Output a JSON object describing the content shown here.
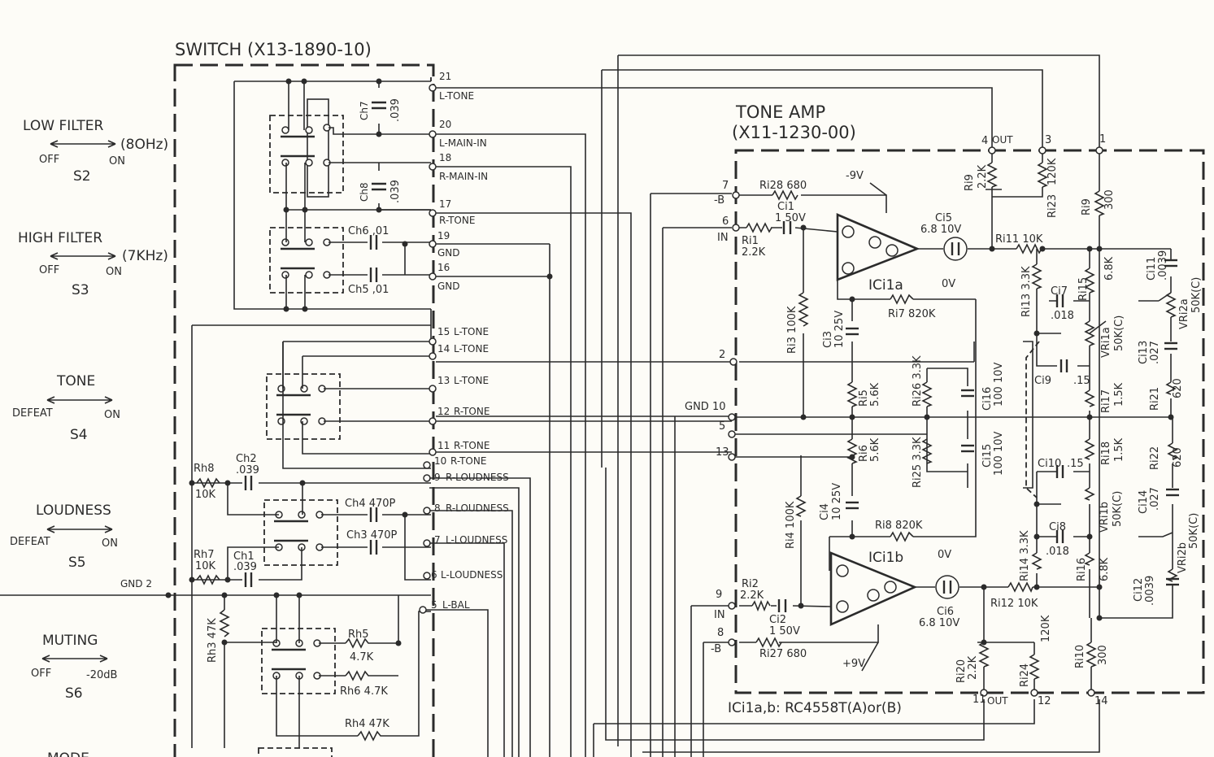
{
  "switch_box": {
    "title": "SWITCH (X13-1890-10)"
  },
  "tone_amp": {
    "title": "TONE AMP",
    "part": "(X11-1230-00)",
    "ic_note": "ICi1a,b: RC4558T(A)or(B)"
  },
  "switches": [
    {
      "name": "LOW FILTER",
      "left": "OFF",
      "right": "ON",
      "note": "(8OHz)",
      "id": "S2"
    },
    {
      "name": "HIGH FILTER",
      "left": "OFF",
      "right": "ON",
      "note": "(7KHz)",
      "id": "S3"
    },
    {
      "name": "TONE",
      "left": "DEFEAT",
      "right": "ON",
      "note": "",
      "id": "S4"
    },
    {
      "name": "LOUDNESS",
      "left": "DEFEAT",
      "right": "ON",
      "note": "",
      "id": "S5"
    },
    {
      "name": "MUTING",
      "left": "OFF",
      "right": "-20dB",
      "note": "",
      "id": "S6"
    }
  ],
  "partial_label": "MODE",
  "switch_terminals": [
    {
      "num": "21",
      "label": "L-TONE"
    },
    {
      "num": "20",
      "label": "L-MAIN-IN"
    },
    {
      "num": "18",
      "label": "R-MAIN-IN"
    },
    {
      "num": "17",
      "label": "R-TONE"
    },
    {
      "num": "19",
      "label": "GND"
    },
    {
      "num": "16",
      "label": "GND"
    },
    {
      "num": "15",
      "label": "L-TONE"
    },
    {
      "num": "14",
      "label": "L-TONE"
    },
    {
      "num": "13",
      "label": "L-TONE"
    },
    {
      "num": "12",
      "label": "R-TONE"
    },
    {
      "num": "11",
      "label": "R-TONE"
    },
    {
      "num": "10",
      "label": "R-TONE"
    },
    {
      "num": "9",
      "label": "R-LOUDNESS"
    },
    {
      "num": "8",
      "label": "R-LOUDNESS"
    },
    {
      "num": "7",
      "label": "L-LOUDNESS"
    },
    {
      "num": "6",
      "label": "L-LOUDNESS"
    },
    {
      "num": "5",
      "label": "L-BAL"
    }
  ],
  "switch_parts": {
    "ch7": "Ch7",
    "ch7v": ".039",
    "ch8": "Ch8",
    "ch8v": ".039",
    "ch6": "Ch6 ,01",
    "ch5": "Ch5 ,01",
    "ch2": "Ch2",
    "ch2v": ".039",
    "ch1": "Ch1",
    "ch1v": ".039",
    "rh8": "Rh8",
    "rh8v": "10K",
    "rh7": "Rh7",
    "rh7v": "10K",
    "ch4": "Ch4  470P",
    "ch3": "Ch3  470P",
    "rh3": "Rh3  47K",
    "rh5": "Rh5",
    "rh5v": "4.7K",
    "rh6": "Rh6 4.7K",
    "rh4": "Rh4  47K",
    "gnd2": "GND  2"
  },
  "amp_pins": {
    "p7": "7",
    "p7l": "-B",
    "p6": "6",
    "p6l": "IN",
    "p2": "2",
    "p10": "GND 10",
    "p5": "5",
    "p13": "13",
    "p9": "9",
    "p9l": "IN",
    "p8": "8",
    "p8l": "-B",
    "p4": "4",
    "p4l": "OUT",
    "p3": "3",
    "p1": "1",
    "p11": "11",
    "p11l": "OUT",
    "p12": "12",
    "p14": "14"
  },
  "amp_parts": {
    "r128": "Ri28  680",
    "r127": "Ri27  680",
    "ci1": "Ci1",
    "ci1v": "1 50V",
    "ci2": "Ci2",
    "ci2v": "1 50V",
    "ri1": "Ri1",
    "ri1v": "2.2K",
    "ri2": "Ri2",
    "ri2v": "2.2K",
    "m9v": "-9V",
    "p9v": "+9V",
    "ic_a": "ICi1a",
    "ic_b": "ICi1b",
    "ov_a": "0V",
    "ov_b": "0V",
    "ri7": "Ri7  820K",
    "ri8": "Ri8  820K",
    "ri3": "Ri3  100K",
    "ri4": "Ri4  100K",
    "ci3": "Ci3",
    "ci3v": "10  25V",
    "ci4": "Ci4",
    "ci4v": "10  25V",
    "ri5": "Ri5",
    "ri5v": "5.6K",
    "ri6": "Ri6",
    "ri6v": "5.6K",
    "ci5": "Ci5",
    "ci5v": "6.8  10V",
    "ci6": "Ci6",
    "ci6v": "6.8  10V",
    "ri9": "Ri9",
    "ri9v": "2.2K",
    "ri20": "Ri20",
    "ri20v": "2.2K",
    "ri23": "Ri23",
    "ri23v": "120K",
    "ri24": "Ri24",
    "ri24v": "120K",
    "ri19": "Ri9",
    "ri19v": "300",
    "ri10": "Ri10",
    "ri10v": "300",
    "ri11": "Ri11  10K",
    "ri12": "Ri12  10K",
    "ri13": "Ri13  3.3K",
    "ri14": "Ri14  3.3K",
    "ri15": "Ri15",
    "ri15v": "6.8K",
    "ri16": "Ri16",
    "ri16v": "6.8K",
    "ri17": "Ri17",
    "ri17v": "1.5K",
    "ri18": "Ri18",
    "ri18v": "1.5K",
    "ri21": "Ri21",
    "ri21v": "620",
    "ri22": "Ri22",
    "ri22v": "620",
    "ri25": "Ri25  3.3K",
    "ri26": "Ri26  3.3K",
    "ci15": "Ci15",
    "ci15v": "100  10V",
    "ci16": "Ci16",
    "ci16v": "100  10V",
    "ci7": "Ci7",
    "ci7v": ".018",
    "ci8": "Ci8",
    "ci8v": ".018",
    "ci9": "Ci9",
    "ci9v": ".15",
    "ci10": "Ci10",
    "ci10v": ".15",
    "ci11": "Ci11",
    "ci11v": ".0039",
    "ci12": "Ci12",
    "ci12v": ".0039",
    "ci13": "Ci13",
    "ci13v": ".027",
    "ci14": "Ci14",
    "ci14v": ".027",
    "vri1a": "VRi1a",
    "vri1av": "50K(C)",
    "vri1b": "VRi1b",
    "vri1bv": "50K(C)",
    "vri2a": "VRi2a",
    "vri2av": "50K(C)",
    "vri2b": "VRi2b",
    "vri2bv": "50K(C)"
  }
}
